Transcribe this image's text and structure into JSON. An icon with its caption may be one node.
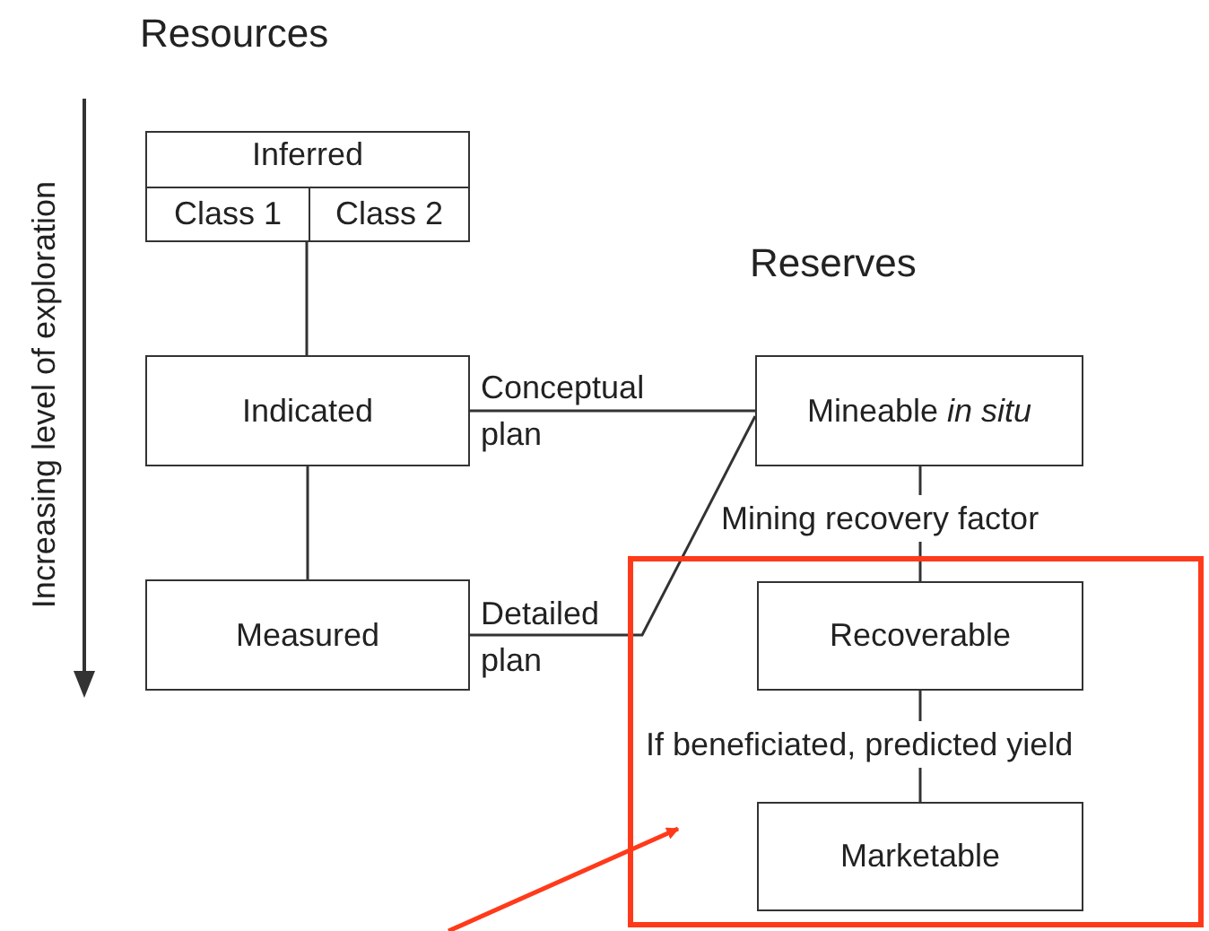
{
  "diagram": {
    "nodes": [
      {
        "text": [
          "Inferred"
        ]
      },
      {
        "text": [
          "Class 1"
        ],
        "in": 0
      },
      {
        "text": [
          "Class 2"
        ],
        "in": 0
      },
      {
        "text": [
          "Indicated"
        ]
      },
      {
        "text": [
          "Measured"
        ]
      },
      {
        "text": [
          "Mineable *in situ*"
        ]
      },
      {
        "text": [],
        "shape": "box"
      },
      {
        "text": [
          "Recoverable"
        ],
        "in": 6
      },
      {
        "text": [
          "Marketable"
        ],
        "in": 6
      }
    ],
    "edges": [
      {
        "from": 0,
        "to": 3,
        "arrow": "none"
      },
      {
        "from": 3,
        "to": 4,
        "arrow": "none"
      },
      {
        "from": 3,
        "to": 5,
        "arrow": "none",
        "label": "Conceptual plan"
      },
      {
        "from": 4,
        "to": 5,
        "arrow": "none",
        "label": "Detailed plan"
      },
      {
        "from": 5,
        "to": 7,
        "arrow": "none",
        "label": "Mining recovery factor"
      },
      {
        "from": 7,
        "to": 8,
        "arrow": "none",
        "label": "If beneficiated, predicted yield"
      },
      {
        "from": null,
        "to": 6,
        "arrow": "to",
        "color": "#ff3a1a"
      }
    ],
    "labels": [
      "Resources",
      "Increasing level of exploration",
      "Reserves"
    ]
  }
}
